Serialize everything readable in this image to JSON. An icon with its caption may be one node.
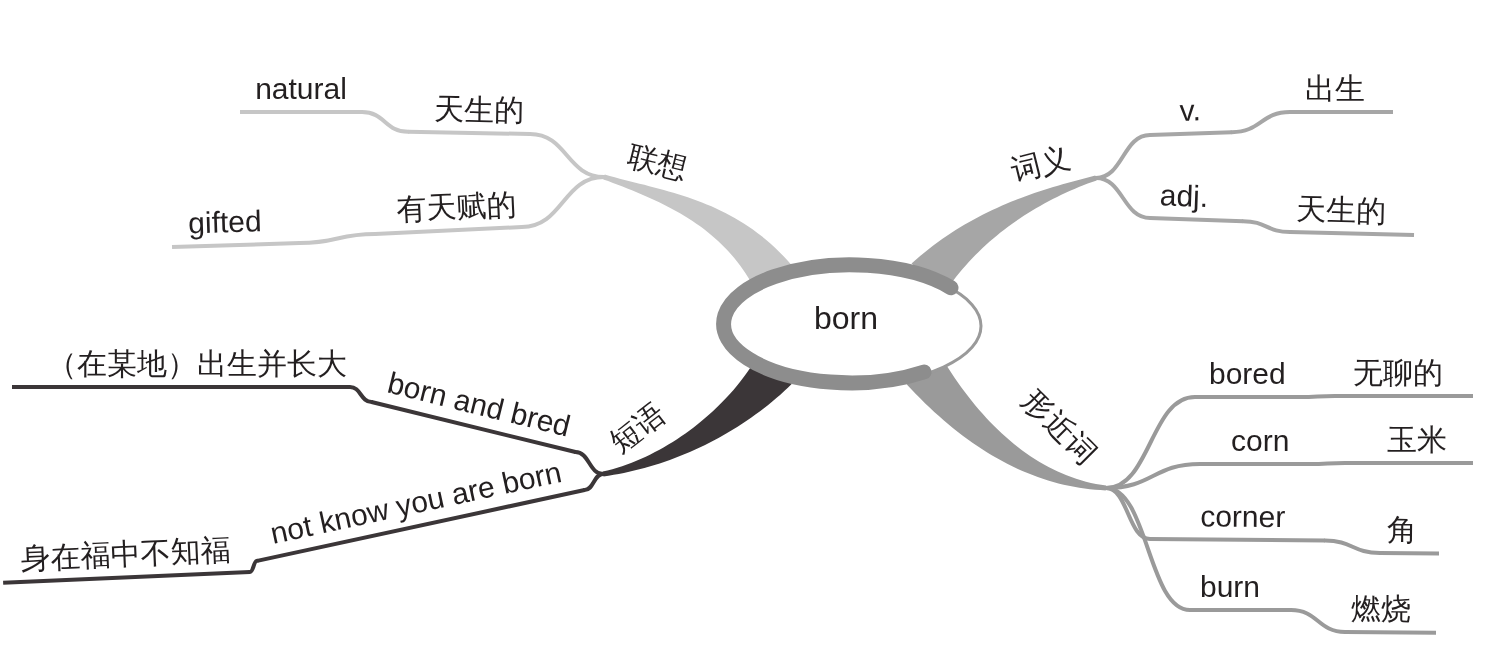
{
  "diagram": {
    "nodes": [
      {
        "text": [
          "born"
        ]
      },
      {
        "text": [
          "联想"
        ]
      },
      {
        "text": [
          "天生的"
        ]
      },
      {
        "text": [
          "natural"
        ]
      },
      {
        "text": [
          "有天赋的"
        ]
      },
      {
        "text": [
          "gifted"
        ]
      },
      {
        "text": [
          "词义"
        ]
      },
      {
        "text": [
          "v."
        ]
      },
      {
        "text": [
          "出生"
        ]
      },
      {
        "text": [
          "adj."
        ]
      },
      {
        "text": [
          "天生的"
        ]
      },
      {
        "text": [
          "短语"
        ]
      },
      {
        "text": [
          "born and bred"
        ]
      },
      {
        "text": [
          "（在某地）出生并长大"
        ]
      },
      {
        "text": [
          "not know you are born"
        ]
      },
      {
        "text": [
          "身在福中不知福"
        ]
      },
      {
        "text": [
          "形近词"
        ]
      },
      {
        "text": [
          "bored"
        ]
      },
      {
        "text": [
          "无聊的"
        ]
      },
      {
        "text": [
          "corn"
        ]
      },
      {
        "text": [
          "玉米"
        ]
      },
      {
        "text": [
          "corner"
        ]
      },
      {
        "text": [
          "角"
        ]
      },
      {
        "text": [
          "burn"
        ]
      },
      {
        "text": [
          "燃烧"
        ]
      }
    ],
    "edges": [
      {
        "from": 0,
        "to": 1,
        "arrow": "none",
        "style": "thick",
        "color": "#c6c6c6"
      },
      {
        "from": 1,
        "to": 2,
        "arrow": "none",
        "color": "#c6c6c6"
      },
      {
        "from": 2,
        "to": 3,
        "arrow": "none",
        "color": "#c6c6c6"
      },
      {
        "from": 1,
        "to": 4,
        "arrow": "none",
        "color": "#c6c6c6"
      },
      {
        "from": 4,
        "to": 5,
        "arrow": "none",
        "color": "#c6c6c6"
      },
      {
        "from": 0,
        "to": 6,
        "arrow": "none",
        "style": "thick",
        "color": "#a6a6a6"
      },
      {
        "from": 6,
        "to": 7,
        "arrow": "none",
        "color": "#a6a6a6"
      },
      {
        "from": 7,
        "to": 8,
        "arrow": "none",
        "color": "#a6a6a6"
      },
      {
        "from": 6,
        "to": 9,
        "arrow": "none",
        "color": "#a6a6a6"
      },
      {
        "from": 9,
        "to": 10,
        "arrow": "none",
        "color": "#a6a6a6"
      },
      {
        "from": 0,
        "to": 11,
        "arrow": "none",
        "style": "thick",
        "color": "#3b3638"
      },
      {
        "from": 11,
        "to": 12,
        "arrow": "none",
        "color": "#3b3638"
      },
      {
        "from": 12,
        "to": 13,
        "arrow": "none",
        "color": "#3b3638"
      },
      {
        "from": 11,
        "to": 14,
        "arrow": "none",
        "color": "#3b3638"
      },
      {
        "from": 14,
        "to": 15,
        "arrow": "none",
        "color": "#3b3638"
      },
      {
        "from": 0,
        "to": 16,
        "arrow": "none",
        "style": "thick"
      },
      {
        "from": 16,
        "to": 17,
        "arrow": "none"
      },
      {
        "from": 17,
        "to": 18,
        "arrow": "none"
      },
      {
        "from": 16,
        "to": 19,
        "arrow": "none"
      },
      {
        "from": 19,
        "to": 20,
        "arrow": "none"
      },
      {
        "from": 16,
        "to": 21,
        "arrow": "none"
      },
      {
        "from": 21,
        "to": 22,
        "arrow": "none"
      },
      {
        "from": 16,
        "to": 23,
        "arrow": "none"
      },
      {
        "from": 23,
        "to": 24,
        "arrow": "none"
      }
    ]
  }
}
